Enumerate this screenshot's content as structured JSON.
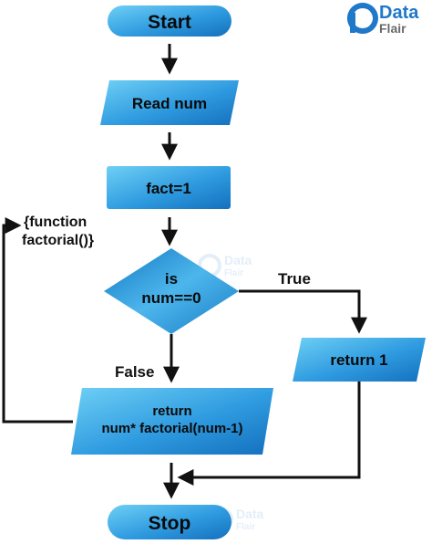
{
  "brand": {
    "name_top": "Data",
    "name_bottom": "Flair",
    "color": "#1f78c8"
  },
  "nodes": {
    "start": "Start",
    "read": "Read num",
    "init": "fact=1",
    "decision_line1": "is",
    "decision_line2": "num==0",
    "return_one": "return 1",
    "return_rec_line1": "return",
    "return_rec_line2": "num* factorial(num-1)",
    "stop": "Stop"
  },
  "labels": {
    "true_branch": "True",
    "false_branch": "False",
    "function_line1": "{function",
    "function_line2": "factorial()}"
  },
  "colors": {
    "node_light": "#5cc4f0",
    "node_dark": "#1478c2",
    "arrow": "#111111"
  }
}
